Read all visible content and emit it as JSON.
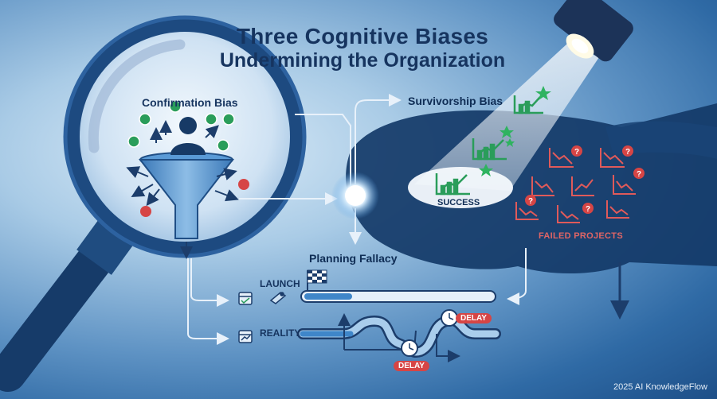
{
  "title": {
    "line1": "Three Cognitive Biases",
    "line2": "Undermining the Organization"
  },
  "labels": {
    "confirmation_bias": "Confirmation Bias",
    "survivorship_bias": "Survivorship Bias",
    "planning_fallacy": "Planning Fallacy",
    "launch": "LAUNCH",
    "reality": "REALITY",
    "success": "SUCCESS",
    "failed_projects": "FAILED PROJECTS",
    "delay": "DELAY"
  },
  "footer": "2025 AI KnowledgeFlow",
  "colors": {
    "title": "#16345f",
    "success_green": "#3aa655",
    "failure_red": "#d64545",
    "accent_blue": "#3f86c9"
  }
}
